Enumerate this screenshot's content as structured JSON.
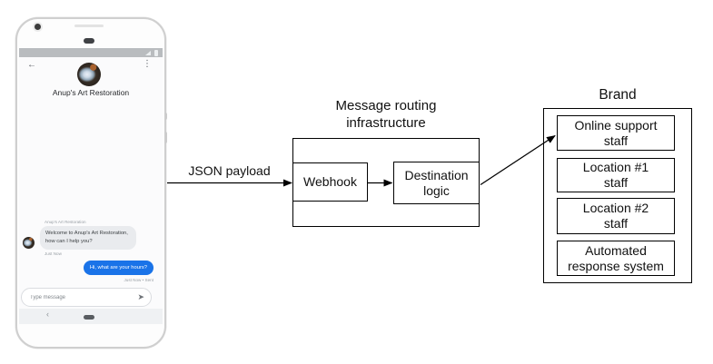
{
  "phone": {
    "header": {
      "title": "Anup's Art Restoration"
    },
    "chat": {
      "sender_label": "Anup's Art Restoration",
      "incoming": {
        "text": "Welcome to Anup's Art Restoration, how can I help you?",
        "timestamp": "Just Now"
      },
      "outgoing": {
        "text": "Hi, what are your hours?",
        "timestamp": "Just Now • Sent"
      }
    },
    "composer": {
      "placeholder": "Type message"
    },
    "icons": {
      "back": "←",
      "more": "⋮",
      "send": "➤",
      "nav_back": "‹"
    }
  },
  "diagram": {
    "payload_label": "JSON payload",
    "routing": {
      "title": "Message routing infrastructure",
      "webhook": "Webhook",
      "destination": [
        "Destination",
        "logic"
      ]
    },
    "brand": {
      "title": "Brand",
      "items": [
        [
          "Online support",
          "staff"
        ],
        [
          "Location #1",
          "staff"
        ],
        [
          "Location #2",
          "staff"
        ],
        [
          "Automated",
          "response system"
        ]
      ]
    }
  },
  "colors": {
    "outgoing_bubble": "#1a73e8",
    "incoming_bubble": "#e9ebee",
    "status_bar": "#b9bcbf",
    "box_border": "#000000"
  }
}
